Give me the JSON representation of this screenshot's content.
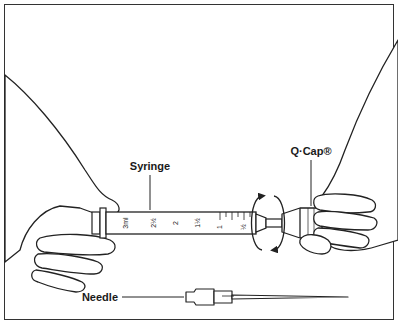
{
  "diagram": {
    "labels": [
      "Syringe",
      "Q·Cap®",
      "Needle",
      "3ml",
      "2½",
      "2",
      "1½",
      "1",
      "½"
    ]
  }
}
